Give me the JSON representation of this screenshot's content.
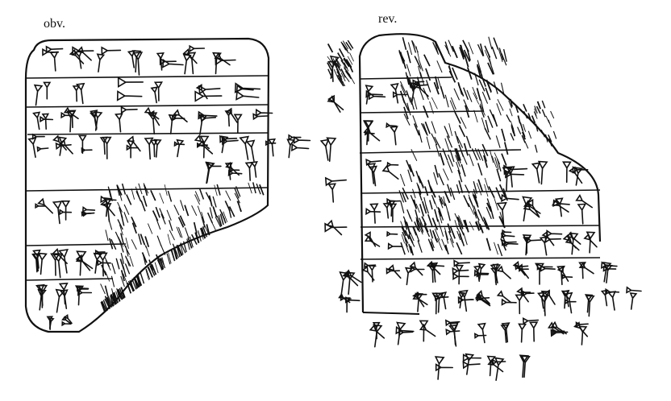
{
  "labels": {
    "obverse": "obv.",
    "reverse": "rev."
  },
  "colors": {
    "ink": "#111111",
    "paper": "#ffffff"
  },
  "drawings": {
    "obverse_icon": "cuneiform-tablet-obverse-drawing",
    "reverse_icon": "cuneiform-tablet-reverse-drawing"
  }
}
